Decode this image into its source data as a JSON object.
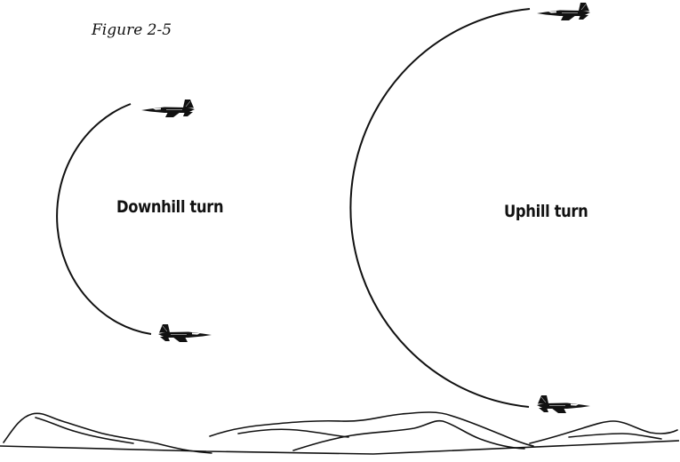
{
  "figure": {
    "caption": "Figure 2-5"
  },
  "turns": {
    "downhill": {
      "label": "Downhill turn"
    },
    "uphill": {
      "label": "Uphill turn"
    }
  },
  "colors": {
    "ink": "#111111",
    "background": "#ffffff"
  },
  "icons": {
    "aircraft": "jet-fighter-icon"
  }
}
